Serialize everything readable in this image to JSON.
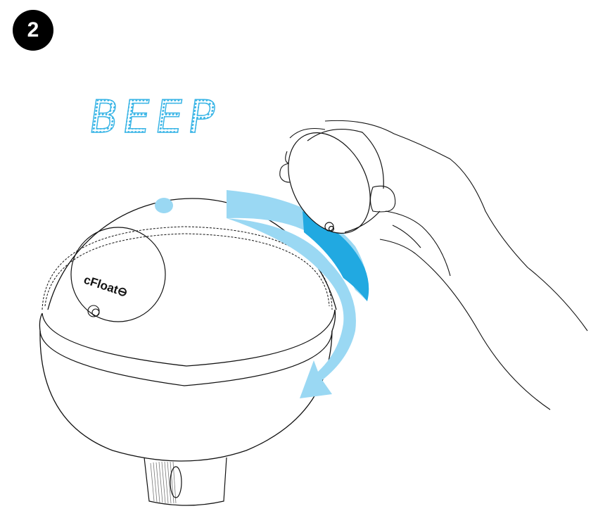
{
  "step_number": "2",
  "sound_label": "BEEP",
  "device_logo": "cFloat⊖",
  "colors": {
    "accent_light": "#9ad8f3",
    "accent_dark": "#21a9e1",
    "sound_text": "#3ab5e6",
    "line": "#111111"
  }
}
